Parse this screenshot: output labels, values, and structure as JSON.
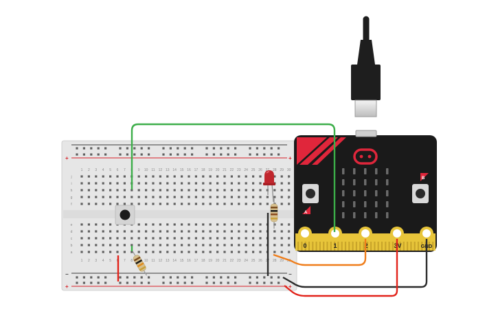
{
  "scene": {
    "colors": {
      "breadboard": "#e6e6e6",
      "rail_red": "#d81f26",
      "rail_blue": "#3a3a3a",
      "hole": "#5f5f5f",
      "microbit_body": "#1a1a1a",
      "microbit_red": "#e0263b",
      "edge_gold": "#e8c53a",
      "wire_green": "#3cae49",
      "wire_orange": "#ef7d1a",
      "wire_red": "#e2231a",
      "wire_black": "#2b2b2b",
      "led_red": "#c0262d",
      "cable": "#1e1e1e"
    }
  },
  "breadboard": {
    "rail_plus": "+",
    "rail_minus": "−",
    "row_letters_top": [
      "j",
      "i",
      "h",
      "g",
      "f"
    ],
    "row_letters_bottom": [
      "e",
      "d",
      "c",
      "b",
      "a"
    ],
    "column_numbers": [
      "1",
      "2",
      "3",
      "4",
      "5",
      "6",
      "7",
      "8",
      "9",
      "10",
      "11",
      "12",
      "13",
      "14",
      "15",
      "16",
      "17",
      "18",
      "19",
      "20",
      "21",
      "22",
      "23",
      "24",
      "25",
      "26",
      "27",
      "28",
      "29",
      "30"
    ]
  },
  "microbit": {
    "pins": {
      "pin0": "0",
      "pin1": "1",
      "pin2": "2",
      "pin3v": "3V",
      "gnd": "GND"
    },
    "button_a": "A",
    "button_b": "B"
  }
}
